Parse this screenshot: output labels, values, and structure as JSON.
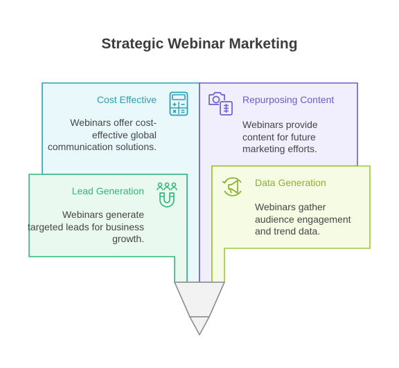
{
  "title": "Strategic Webinar Marketing",
  "cards": {
    "cost_effective": {
      "title": "Cost Effective",
      "description": "Webinars offer cost-effective global communication solutions.",
      "icon": "calculator-icon",
      "color": "#2aa0b4",
      "fill": "#e8f8fb"
    },
    "repurposing_content": {
      "title": "Repurposing Content",
      "description": "Webinars provide content for future marketing efforts.",
      "icon": "camera-document-icon",
      "color": "#6b5ccf",
      "fill": "#f1eefd"
    },
    "lead_generation": {
      "title": "Lead Generation",
      "description": "Webinars generate targeted leads for business growth.",
      "icon": "magnet-people-icon",
      "color": "#2fb879",
      "fill": "#e9f9ef"
    },
    "data_generation": {
      "title": "Data Generation",
      "description": "Webinars gather audience engagement and trend data.",
      "icon": "megaphone-icon",
      "color": "#9cc63b",
      "fill": "#f5fce3"
    }
  },
  "funnel_color": "#f2f2f2"
}
